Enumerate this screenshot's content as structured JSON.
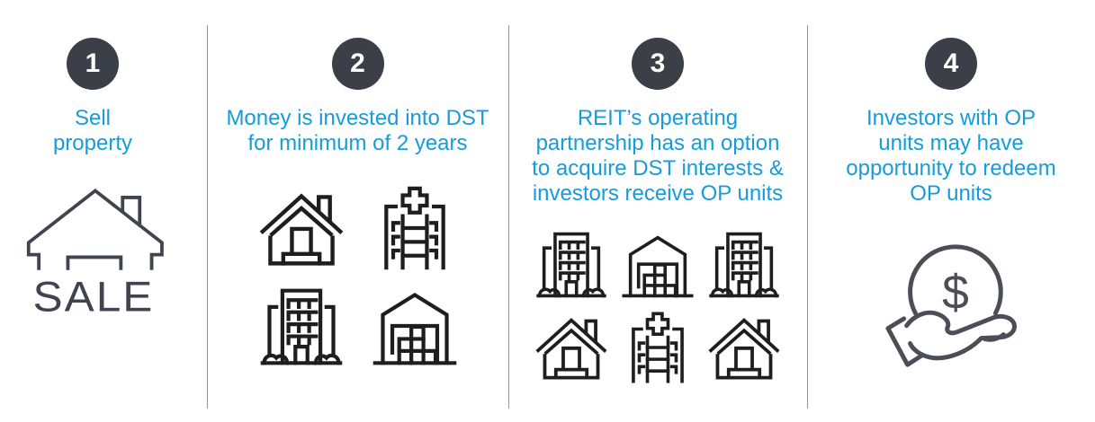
{
  "colors": {
    "caption_blue": "#169BDB",
    "badge_dark": "#3A3F48",
    "divider_gray": "#949494",
    "icon_black": "#1E1E1E",
    "icon_slate": "#3F4450"
  },
  "steps": [
    {
      "number": "1",
      "lines": [
        "Sell",
        "property"
      ],
      "icons": [
        "sale-house"
      ],
      "sale_label": "SALE"
    },
    {
      "number": "2",
      "lines": [
        "Money is invested into DST",
        "for minimum of 2 years"
      ],
      "icons": [
        "house",
        "hospital",
        "office-building",
        "warehouse"
      ]
    },
    {
      "number": "3",
      "lines": [
        "REIT’s operating",
        "partnership has an option",
        "to acquire DST interests &",
        "investors receive OP units"
      ],
      "icons": [
        "office-building",
        "warehouse",
        "office-building",
        "house",
        "hospital",
        "house"
      ]
    },
    {
      "number": "4",
      "lines": [
        "Investors with OP",
        "units may have",
        "opportunity to redeem",
        "OP units"
      ],
      "icons": [
        "hand-coin"
      ],
      "dollar": "$"
    }
  ]
}
